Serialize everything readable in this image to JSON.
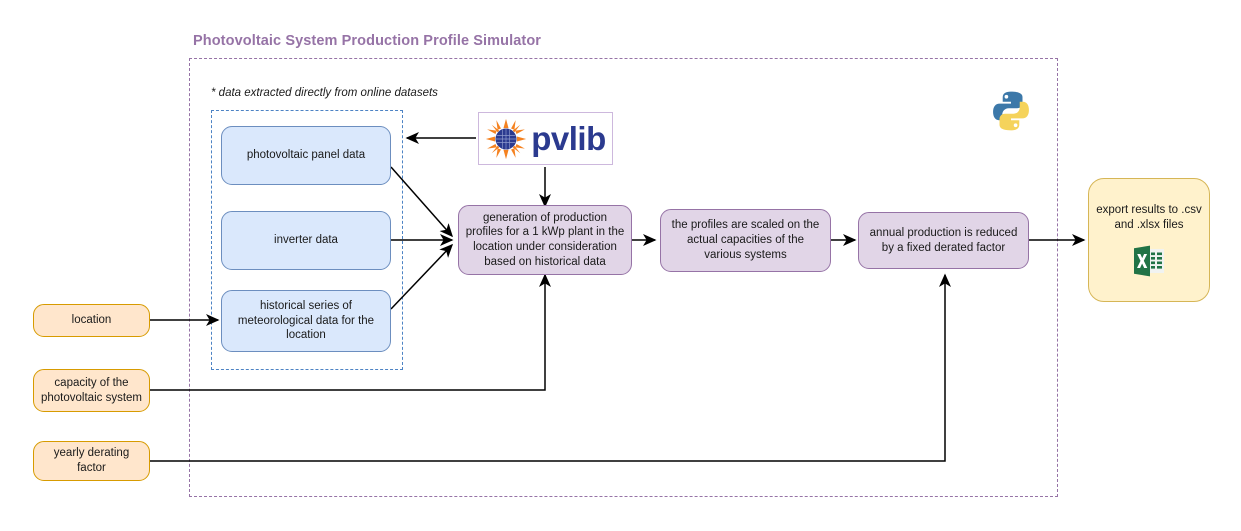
{
  "diagram": {
    "title": "Photovoltaic System Production Profile Simulator",
    "note": "* data extracted directly from online datasets",
    "colors": {
      "title_purple": "#9673a6",
      "blue_fill": "#dae8fc",
      "blue_stroke": "#6c8ebf",
      "purple_fill": "#e1d5e7",
      "purple_stroke": "#9673a6",
      "orange_fill": "#ffe6cc",
      "orange_stroke": "#d79b00",
      "yellow_fill": "#fff2cc",
      "yellow_stroke": "#d6b656",
      "excel_green": "#217346",
      "python_blue": "#3c78a9",
      "python_yellow": "#f5d35b",
      "pvlib_blue": "#2b3a8f",
      "pvlib_orange": "#f58220"
    }
  },
  "data_sources": {
    "panel": "photovoltaic panel data",
    "inverter": "inverter data",
    "meteo": "historical series of meteorological data for the location"
  },
  "inputs": {
    "location": "location",
    "capacity": "capacity of the photovoltaic system",
    "derating": "yearly derating factor"
  },
  "process": {
    "generation": "generation of production profiles for a 1 kWp plant in the location under consideration based on historical data",
    "scaling": "the profiles are scaled on the actual capacities of the various systems",
    "derating": "annual production is reduced by a fixed derated factor"
  },
  "output": {
    "export": "export results to .csv and .xlsx files"
  },
  "logos": {
    "pvlib_wordmark": "pvlib",
    "python_name": "python-logo",
    "excel_name": "excel-icon"
  }
}
